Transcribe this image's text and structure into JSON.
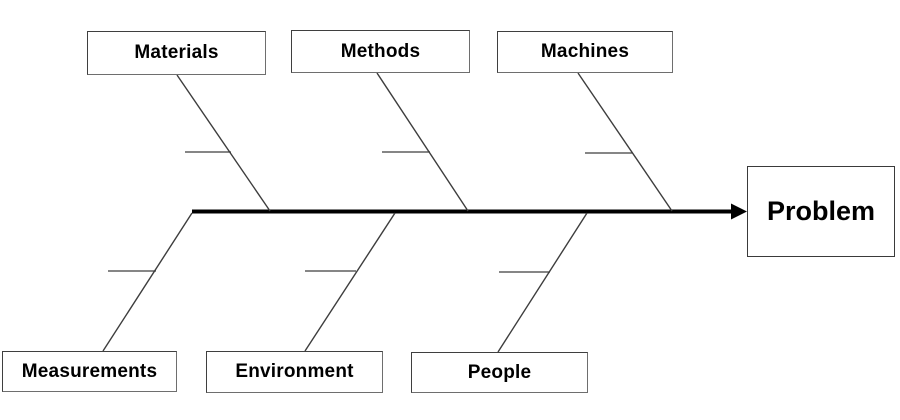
{
  "fishbone": {
    "effect": {
      "label": "Problem"
    },
    "top_branches": [
      {
        "label": "Materials"
      },
      {
        "label": "Methods"
      },
      {
        "label": "Machines"
      }
    ],
    "bottom_branches": [
      {
        "label": "Measurements"
      },
      {
        "label": "Environment"
      },
      {
        "label": "People"
      }
    ],
    "colors": {
      "background": "#ffffff",
      "spine": "#000000",
      "branch_line": "#3d3d3d",
      "box_border": "#3f3f3f",
      "box_fill": "#ffffff",
      "text": "#000000"
    }
  }
}
